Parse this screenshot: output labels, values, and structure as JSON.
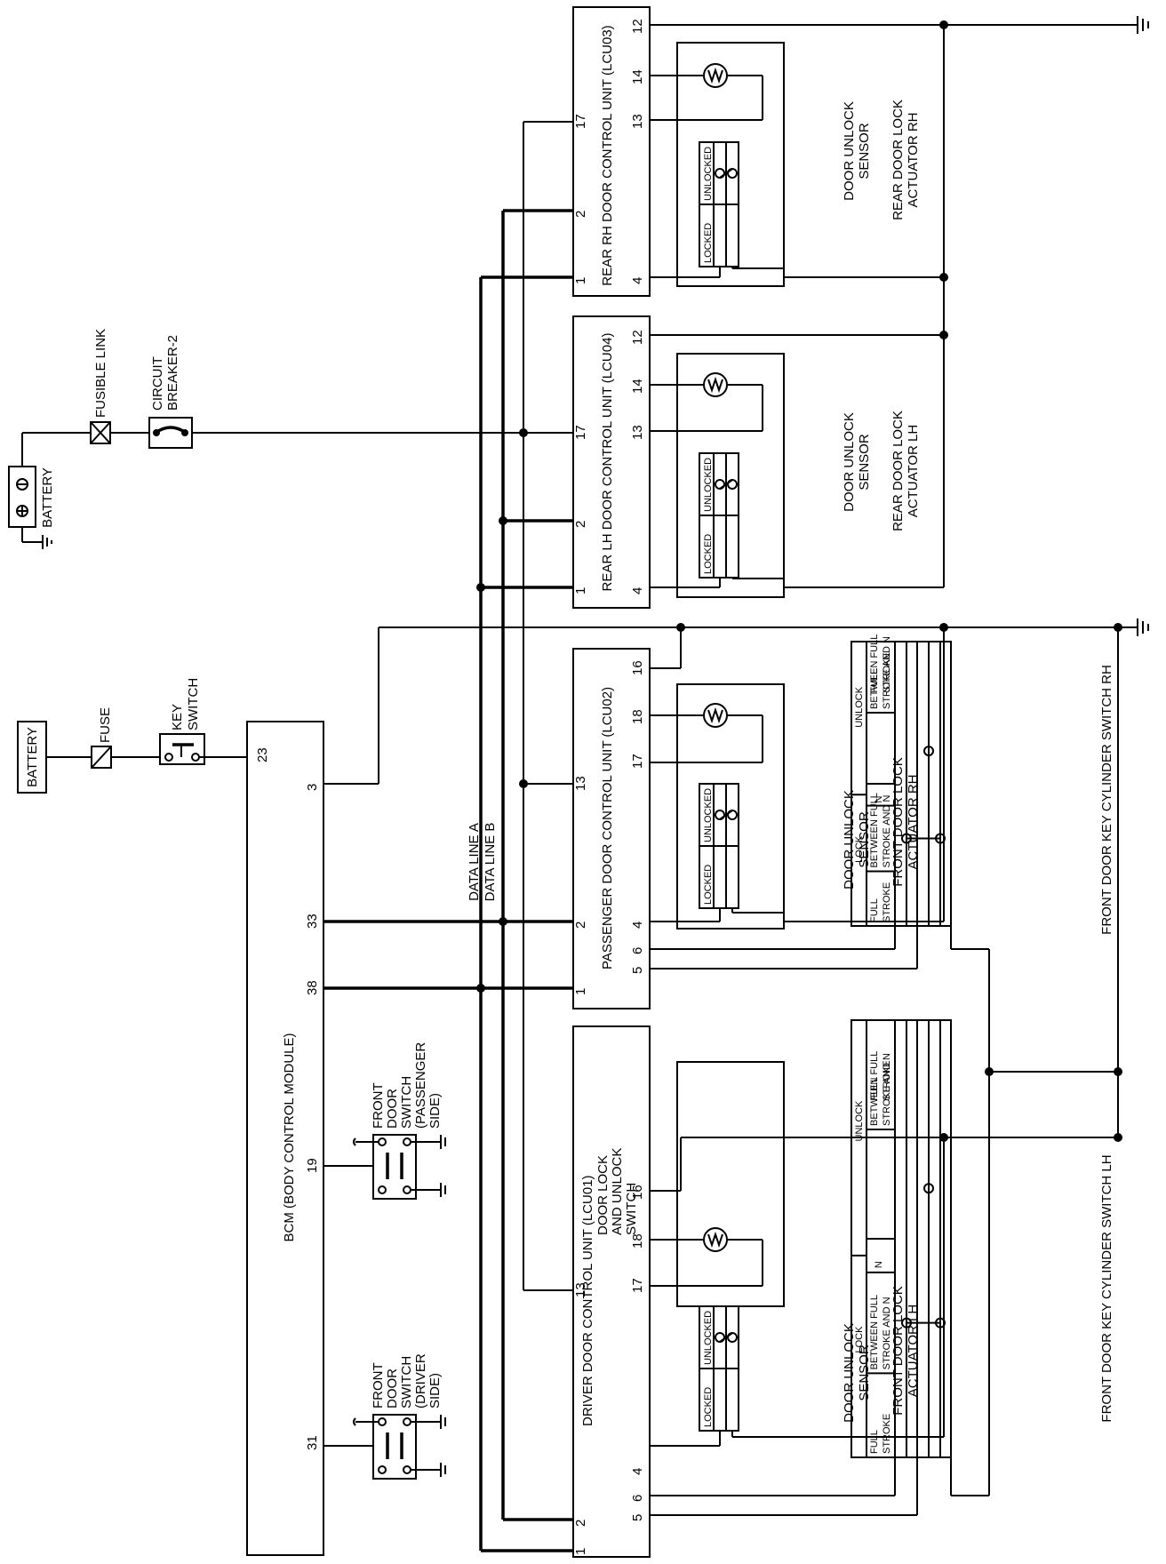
{
  "labels": {
    "battery_top": "BATTERY",
    "fuse": "FUSE",
    "key_switch": [
      "KEY",
      "SWITCH"
    ],
    "battery_main": "BATTERY",
    "fusible_link": "FUSIBLE LINK",
    "circuit_breaker": [
      "CIRCUIT",
      "BREAKER-2"
    ],
    "bcm": "BCM (BODY CONTROL MODULE)",
    "data_line_a": "DATA LINE A",
    "data_line_b": "DATA LINE B",
    "front_door_switch_driver": [
      "FRONT",
      "DOOR",
      "SWITCH",
      "(DRIVER",
      "SIDE)"
    ],
    "front_door_switch_passenger": [
      "FRONT",
      "DOOR",
      "SWITCH",
      "(PASSENGER",
      "SIDE)"
    ],
    "driver_lcu": [
      "DRIVER DOOR CONTROL UNIT (LCU01)",
      "DOOR LOCK",
      "AND UNLOCK",
      "SWITCH"
    ],
    "passenger_lcu": "PASSENGER DOOR CONTROL UNIT (LCU02)",
    "rear_lh_lcu": "REAR LH DOOR CONTROL UNIT (LCU04)",
    "rear_rh_lcu": "REAR RH DOOR CONTROL UNIT (LCU03)",
    "door_unlock_sensor": [
      "DOOR UNLOCK",
      "SENSOR"
    ],
    "locked": "LOCKED",
    "unlocked": "UNLOCKED",
    "actuator_front_lh": [
      "FRONT DOOR LOCK",
      "ACTUATOR LH"
    ],
    "actuator_front_rh": [
      "FRONT DOOR LOCK",
      "ACTUATOR RH"
    ],
    "actuator_rear_lh": [
      "REAR DOOR LOCK",
      "ACTUATOR LH"
    ],
    "actuator_rear_rh": [
      "REAR DOOR LOCK",
      "ACTUATOR RH"
    ],
    "key_cyl_lh": "FRONT DOOR KEY CYLINDER SWITCH LH",
    "key_cyl_rh": "FRONT DOOR KEY CYLINDER SWITCH RH",
    "key_cyl_table": {
      "lock": "LOCK",
      "unlock": "UNLOCK",
      "n": "N",
      "full_stroke": [
        "FULL",
        "STROKE"
      ],
      "between": [
        "BETWEEN FULL",
        "STROKE AND N"
      ]
    }
  },
  "pins": {
    "bcm": [
      "23",
      "3",
      "33",
      "38",
      "19",
      "31"
    ],
    "driver": [
      "2",
      "13",
      "4",
      "17",
      "18",
      "16",
      "6",
      "5",
      "1"
    ],
    "passenger": [
      "13",
      "2",
      "1",
      "17",
      "18",
      "16",
      "4",
      "6",
      "5"
    ],
    "rear_lh": [
      "17",
      "2",
      "1",
      "13",
      "14",
      "12",
      "4"
    ],
    "rear_rh": [
      "17",
      "2",
      "1",
      "13",
      "14",
      "12",
      "4"
    ]
  }
}
